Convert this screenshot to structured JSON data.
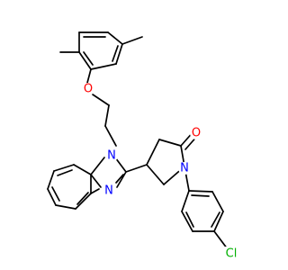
{
  "colors": {
    "bond": "#000000",
    "oxygen": "#ff0000",
    "nitrogen": "#0000ff",
    "chlorine": "#00b000",
    "background": "#ffffff"
  },
  "atoms": {
    "ether_o": {
      "label": "O",
      "color": "#ff0000"
    },
    "ketone_o": {
      "label": "O",
      "color": "#ff0000"
    },
    "n_imidazole_1": {
      "label": "N",
      "color": "#0000ff"
    },
    "n_imidazole_3": {
      "label": "N",
      "color": "#0000ff"
    },
    "n_lactam": {
      "label": "N",
      "color": "#0000ff"
    },
    "chlorine": {
      "label": "Cl",
      "color": "#00b000"
    }
  }
}
